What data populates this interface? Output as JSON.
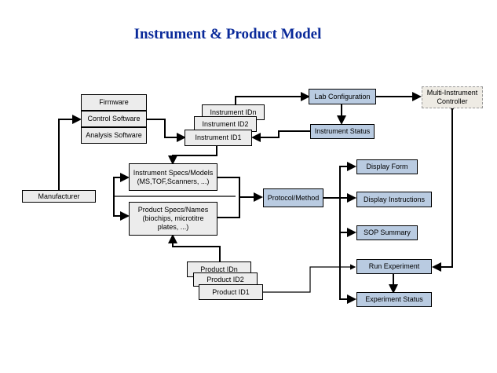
{
  "title": "Instrument & Product Model",
  "nodes": {
    "firmware": "Firmware",
    "control_software": "Control Software",
    "analysis_software": "Analysis Software",
    "instrument_idn": "Instrument IDn",
    "instrument_id2": "Instrument ID2",
    "instrument_id1": "Instrument ID1",
    "lab_configuration": "Lab Configuration",
    "instrument_status": "Instrument Status",
    "multi_instrument_controller": "Multi-Instrument Controller",
    "manufacturer": "Manufacturer",
    "instrument_specs": "Instrument Specs/Models (MS,TOF,Scanners, ...)",
    "product_specs": "Product Specs/Names (biochips, microtitre plates, ...)",
    "protocol_method": "Protocol/Method",
    "display_form": "Display Form",
    "display_instructions": "Display Instructions",
    "sop_summary": "SOP Summary",
    "run_experiment": "Run Experiment",
    "experiment_status": "Experiment Status",
    "product_idn": "Product IDn",
    "product_id2": "Product ID2",
    "product_id1": "Product ID1"
  },
  "colors": {
    "title": "#0a2a9a",
    "gray_box": "#ececec",
    "blue_box": "#b9cbe1",
    "controller_box": "#eeebe4"
  }
}
